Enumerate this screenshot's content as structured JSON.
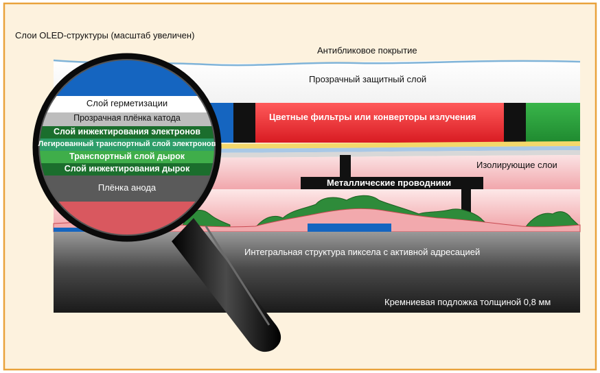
{
  "diagram": {
    "title": "Слои OLED-структуры (масштаб увеличен)",
    "layers": {
      "antiglare": "Антибликовое покрытие",
      "protective": "Прозрачный защитный слой",
      "color_filters": "Цветные фильтры или конверторы излучения",
      "insulating": "Изолирующие слои",
      "metal_conductors": "Металлические проводники",
      "pixel_structure": "Интегральная структура пиксела с активной адресацией",
      "substrate": "Кремниевая подложка толщиной 0,8 мм"
    },
    "magnifier_layers": [
      "Слой герметизации",
      "Прозрачная плёнка катода",
      "Слой инжектирования электронов",
      "Легированный транспортный слой электронов",
      "Транспортный слой дырок",
      "Слой инжектирования дырок",
      "Плёнка анода"
    ],
    "colors": {
      "background": "#fdf2de",
      "frame": "#e9a23b",
      "sky_blue": "#7fb3d8",
      "red_filter": "#e3242b",
      "green_filter": "#28a745",
      "blue_filter": "#1565c0",
      "insulating_pink": "#f4b7bb",
      "substrate_grey": "#3a3a3a",
      "organic_green": "#2e8b3a"
    }
  }
}
